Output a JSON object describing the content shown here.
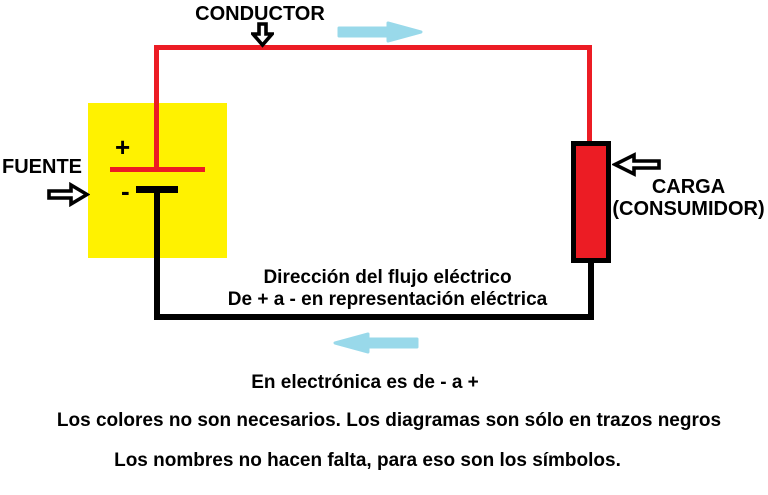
{
  "colors": {
    "wire_red": "#EC1C24",
    "source_yellow": "#FFF200",
    "flow_cyan": "#99D9EA",
    "outline_black": "#000000"
  },
  "conductor": {
    "label": "CONDUCTOR"
  },
  "source": {
    "label": "FUENTE",
    "plus": "+",
    "minus": "-"
  },
  "load": {
    "label_line1": "CARGA",
    "label_line2": "(CONSUMIDOR)"
  },
  "flow": {
    "line1": "Dirección del flujo eléctrico",
    "line2": "De + a - en representación eléctrica"
  },
  "notes": {
    "line1": "En electrónica es de - a +",
    "line2": "Los colores no son necesarios. Los diagramas son sólo en trazos negros",
    "line3": "Los nombres no hacen falta, para eso son los símbolos."
  }
}
